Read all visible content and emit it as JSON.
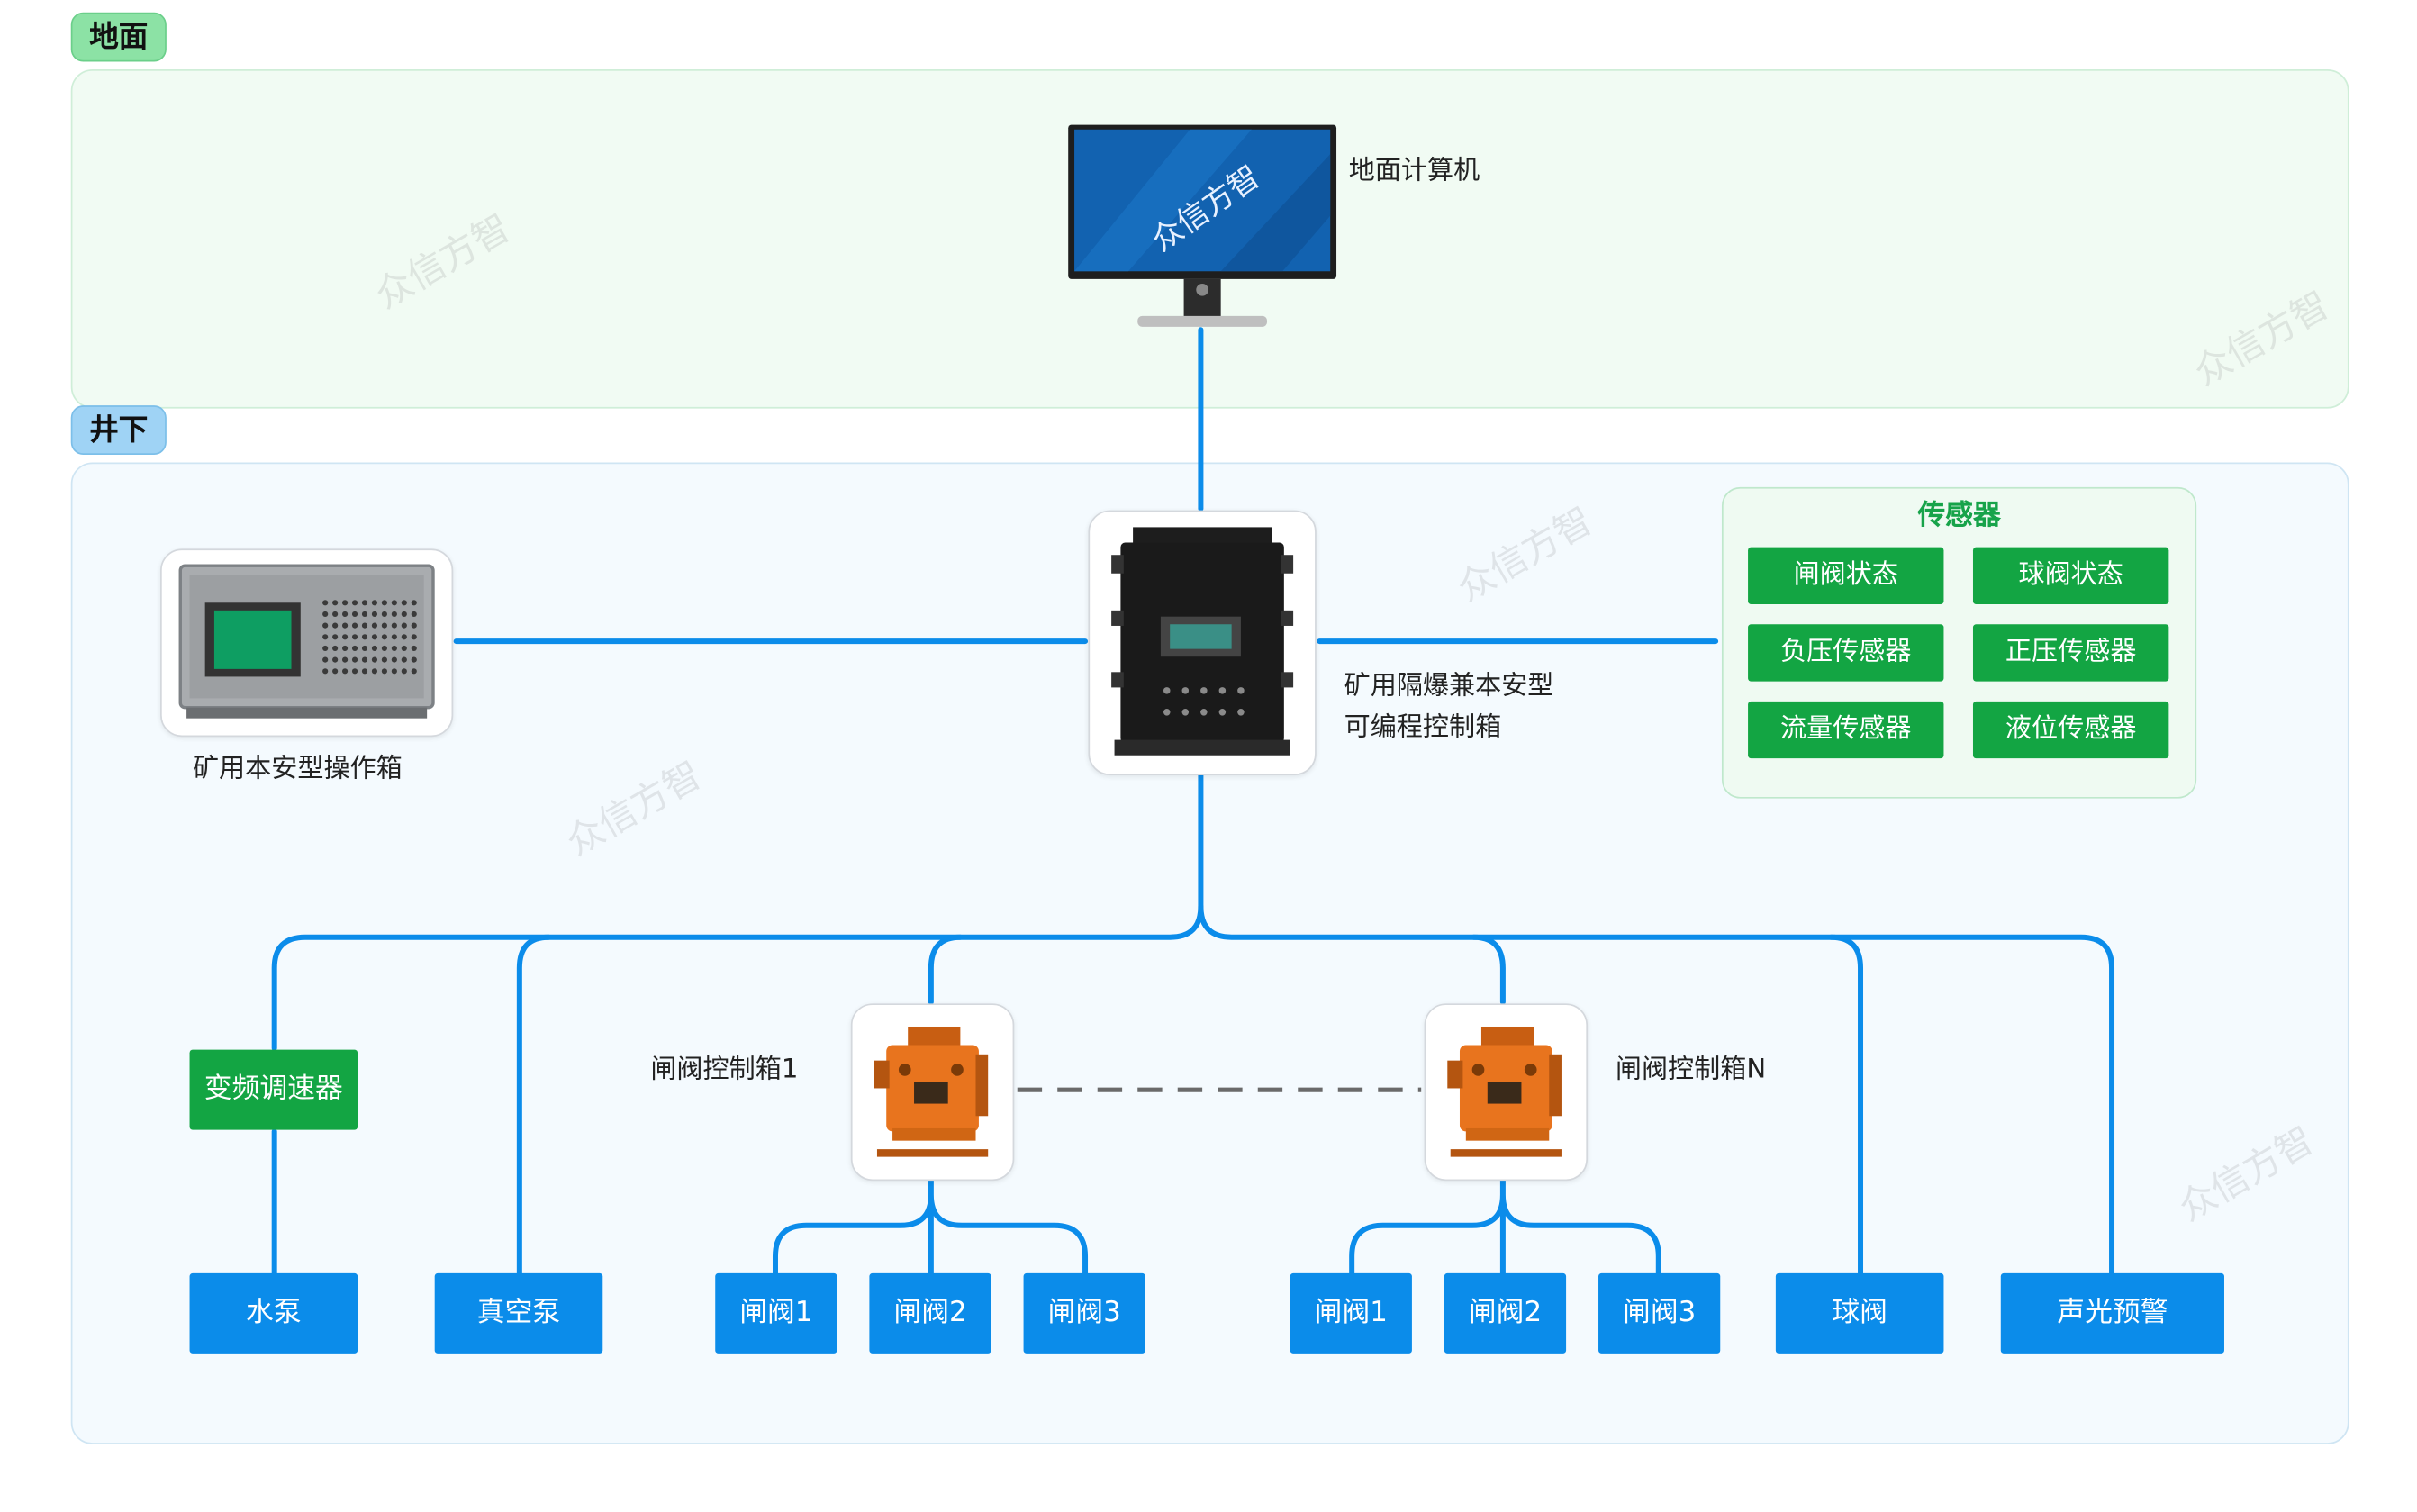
{
  "zones": {
    "ground": "地面",
    "underground": "井下"
  },
  "labels": {
    "computer": "地面计算机",
    "operator_box": "矿用本安型操作箱",
    "controller_line1": "矿用隔爆兼本安型",
    "controller_line2": "可编程控制箱",
    "valve_box_1": "闸阀控制箱1",
    "valve_box_n": "闸阀控制箱N",
    "monitor_brand": "众信方智"
  },
  "sensors": {
    "title": "传感器",
    "items": [
      "闸阀状态",
      "球阀状态",
      "负压传感器",
      "正压传感器",
      "流量传感器",
      "液位传感器"
    ]
  },
  "vfd": "变频调速器",
  "devices": [
    "水泵",
    "真空泵",
    "闸阀1",
    "闸阀2",
    "闸阀3",
    "闸阀1",
    "闸阀2",
    "闸阀3",
    "球阀",
    "声光预警"
  ],
  "watermark": "众信方智",
  "colors": {
    "line": "#0b8cea",
    "green": "#13a543",
    "blue": "#0b8cea",
    "orange": "#e8741e"
  }
}
